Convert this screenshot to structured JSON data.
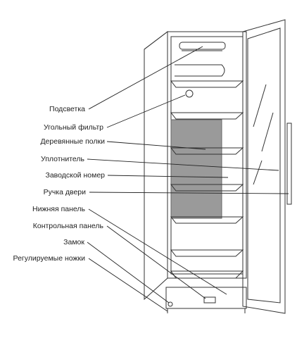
{
  "labels": [
    {
      "id": "backlight",
      "text": "Подсветка"
    },
    {
      "id": "carbon-filter",
      "text": "Угольный фильтр"
    },
    {
      "id": "wooden-shelves",
      "text": "Деревянные полки"
    },
    {
      "id": "seal",
      "text": "Уплотнитель"
    },
    {
      "id": "serial-number",
      "text": "Заводской номер"
    },
    {
      "id": "door-handle",
      "text": "Ручка двери"
    },
    {
      "id": "bottom-panel",
      "text": "Нижняя панель"
    },
    {
      "id": "control-panel",
      "text": "Контрольная панель"
    },
    {
      "id": "lock",
      "text": "Замок"
    },
    {
      "id": "adjustable-feet",
      "text": "Регулируемые ножки"
    }
  ],
  "colors": {
    "line": "#333333",
    "back_panel": "#9a9a9a",
    "background": "#ffffff"
  }
}
